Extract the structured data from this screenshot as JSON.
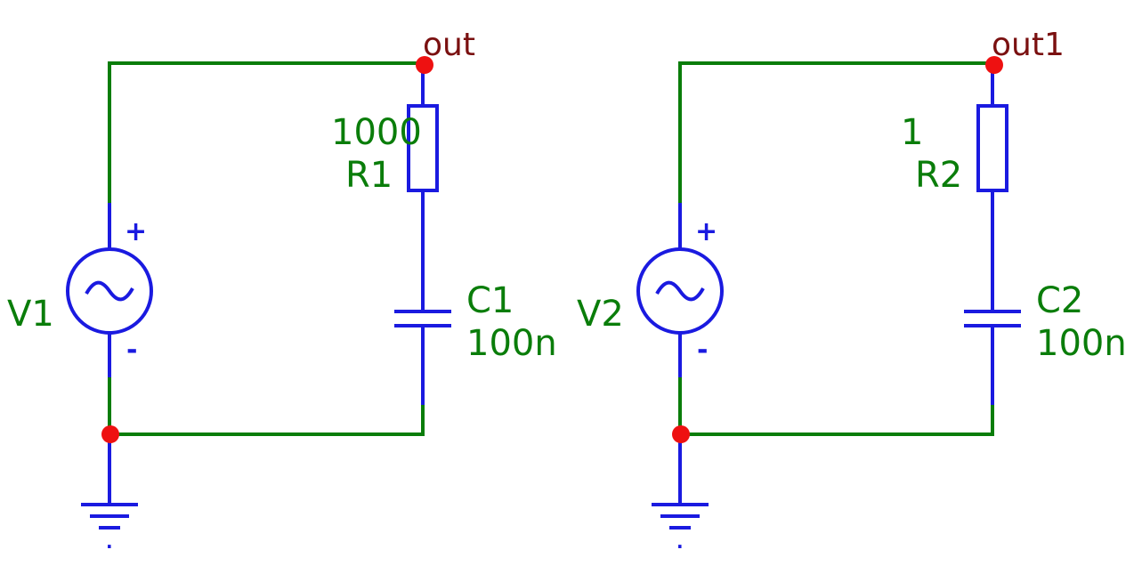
{
  "colors": {
    "wire": "#0a7d0a",
    "component": "#1a1ae0",
    "node": "#ee1111",
    "net_label": "#7a1010",
    "component_label": "#0a7d0a"
  },
  "circuits": [
    {
      "source": {
        "name": "V1",
        "plus": "+",
        "minus": "-"
      },
      "resistor": {
        "value": "1000",
        "name": "R1"
      },
      "capacitor": {
        "name": "C1",
        "value": "100n"
      },
      "net_label": "out",
      "ground_label": "."
    },
    {
      "source": {
        "name": "V2",
        "plus": "+",
        "minus": "-"
      },
      "resistor": {
        "value": "1",
        "name": "R2"
      },
      "capacitor": {
        "name": "C2",
        "value": "100n"
      },
      "net_label": "out1",
      "ground_label": "."
    }
  ]
}
